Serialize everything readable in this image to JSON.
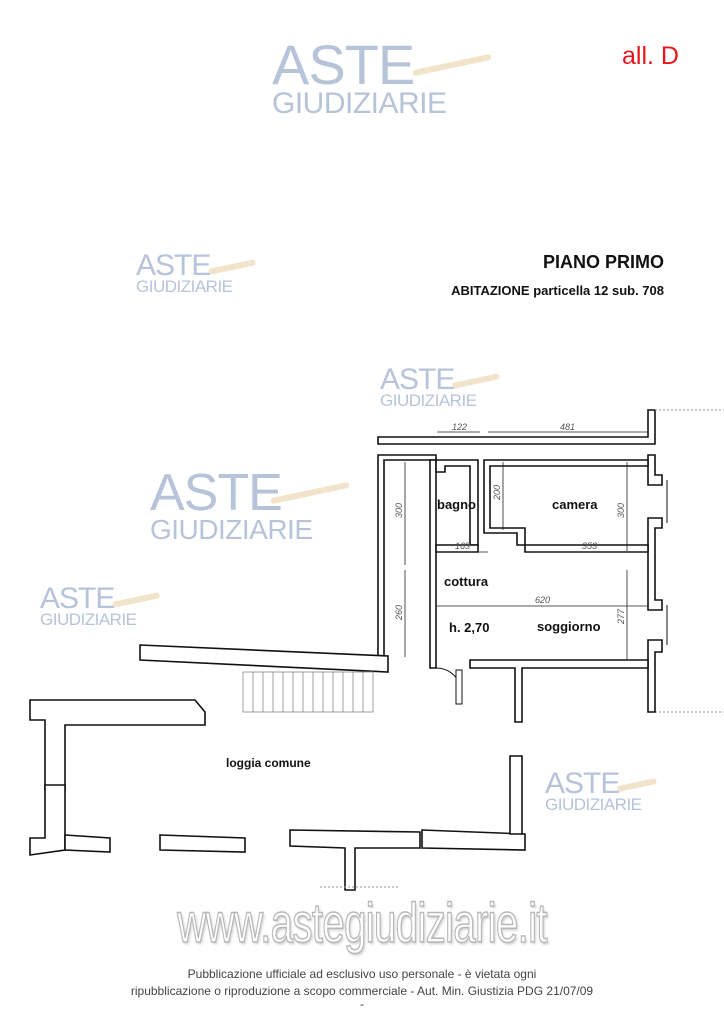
{
  "header": {
    "attachment": "all. D"
  },
  "watermark": {
    "line1": "ASTE",
    "line2": "GIUDIZIARIE",
    "site": "www.astegiudiziarie.it"
  },
  "plan": {
    "title": "PIANO PRIMO",
    "subtitle": "ABITAZIONE particella 12 sub. 708",
    "rooms": {
      "bagno": "bagno",
      "camera": "camera",
      "cottura": "cottura",
      "soggiorno": "soggiorno",
      "height": "h. 2,70",
      "loggia": "loggia comune"
    },
    "dimensions": {
      "top_left": "122",
      "top_right": "481",
      "left_upper": "300",
      "left_lower": "260",
      "bagno_h": "200",
      "camera_h": "300",
      "bagno_w": "163",
      "camera_w": "353",
      "soggiorno_w": "620",
      "soggiorno_h": "277"
    }
  },
  "footer": {
    "line1": "Pubblicazione ufficiale ad esclusivo uso personale - è vietata ogni",
    "line2": "ripubblicazione o riproduzione a scopo commerciale - Aut. Min. Giustizia PDG 21/07/09",
    "line3": "-"
  }
}
